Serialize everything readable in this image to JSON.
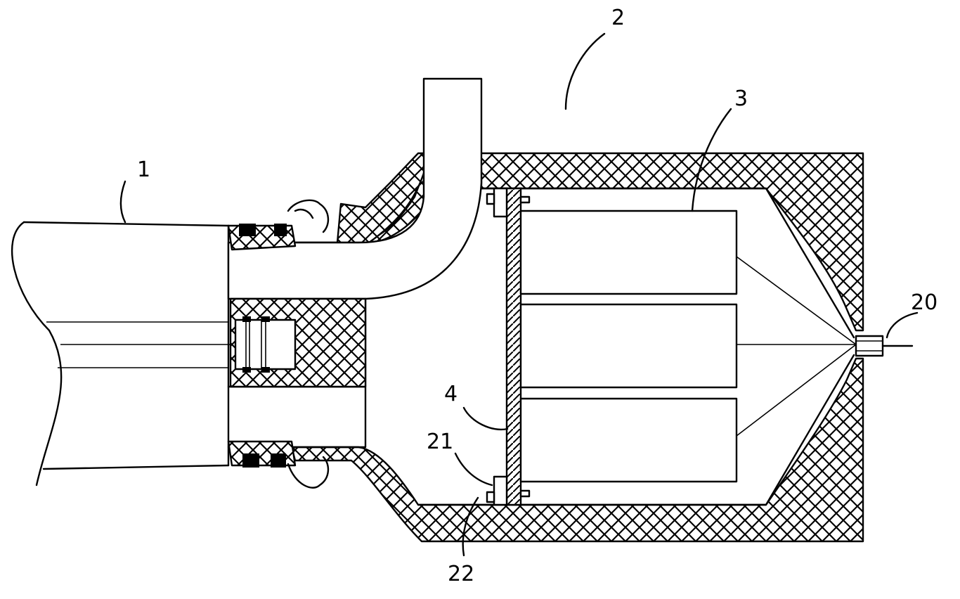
{
  "labels": {
    "pipe": "1",
    "housing": "2",
    "battery": "3",
    "plate": "4",
    "terminal": "20",
    "mount_upper": "21",
    "mount_lower": "22"
  }
}
